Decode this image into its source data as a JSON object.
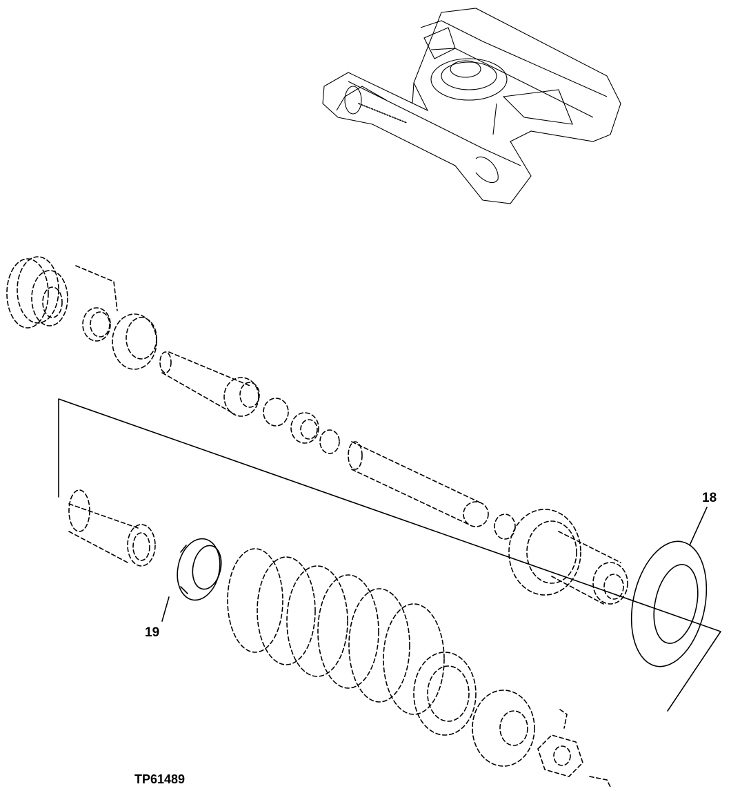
{
  "callouts": [
    {
      "id": "18",
      "text": "18"
    },
    {
      "id": "19",
      "text": "19"
    }
  ],
  "figure_id": "TP61489",
  "colors": {
    "ink": "#000000",
    "background": "#ffffff"
  }
}
